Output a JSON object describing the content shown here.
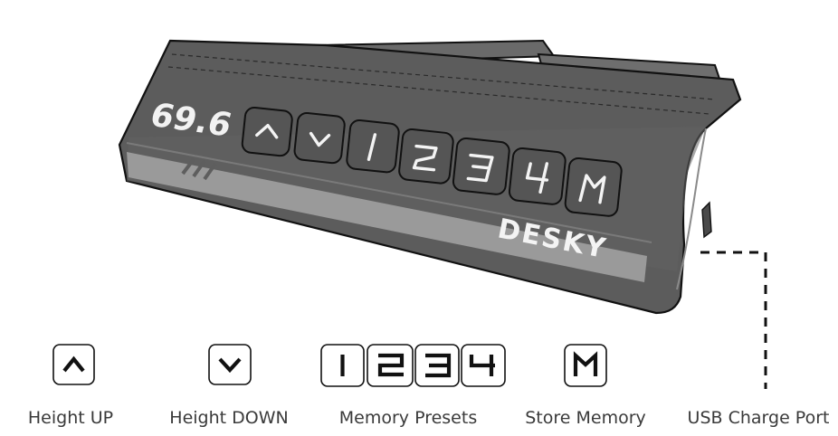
{
  "panel": {
    "display_readout": "69.6",
    "brand": "DESKY",
    "keys": [
      {
        "label": "",
        "icon": "chevron-up-icon"
      },
      {
        "label": "",
        "icon": "chevron-down-icon"
      },
      {
        "label": "1",
        "icon": "preset-1-icon"
      },
      {
        "label": "2",
        "icon": "preset-2-icon"
      },
      {
        "label": "3",
        "icon": "preset-3-icon"
      },
      {
        "label": "4",
        "icon": "preset-4-icon"
      },
      {
        "label": "M",
        "icon": "memory-icon"
      }
    ],
    "body_color": "#5e5e5e",
    "stripe_color": "#9a9a9a"
  },
  "legend": {
    "height_up": "Height UP",
    "height_down": "Height DOWN",
    "memory_presets": "Memory Presets",
    "store_memory": "Store Memory",
    "usb_port": "USB Charge Port"
  }
}
